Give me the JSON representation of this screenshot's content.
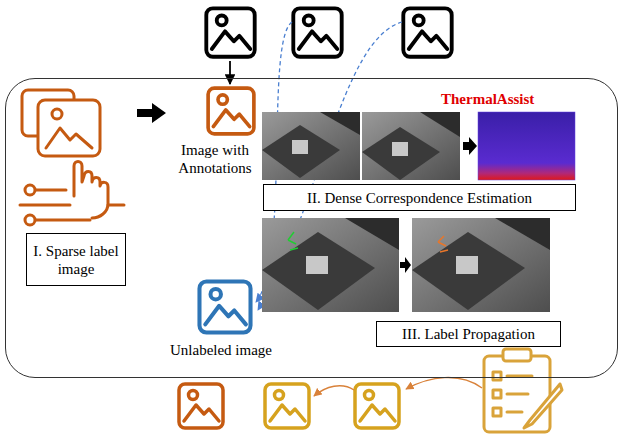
{
  "diagram": {
    "nodes": [
      {
        "text": [
          "ThermalAssist"
        ]
      },
      {
        "text": [
          "I. Sparse label image"
        ],
        "in": 0
      },
      {
        "text": [
          "Image with Annotations"
        ],
        "in": 0
      },
      {
        "text": [
          "Unlabeled image"
        ],
        "in": 0
      },
      {
        "text": [
          "II. Dense Correspondence Estimation"
        ],
        "in": 0
      },
      {
        "text": [
          "III. Label Propagation"
        ],
        "in": 0
      }
    ]
  }
}
